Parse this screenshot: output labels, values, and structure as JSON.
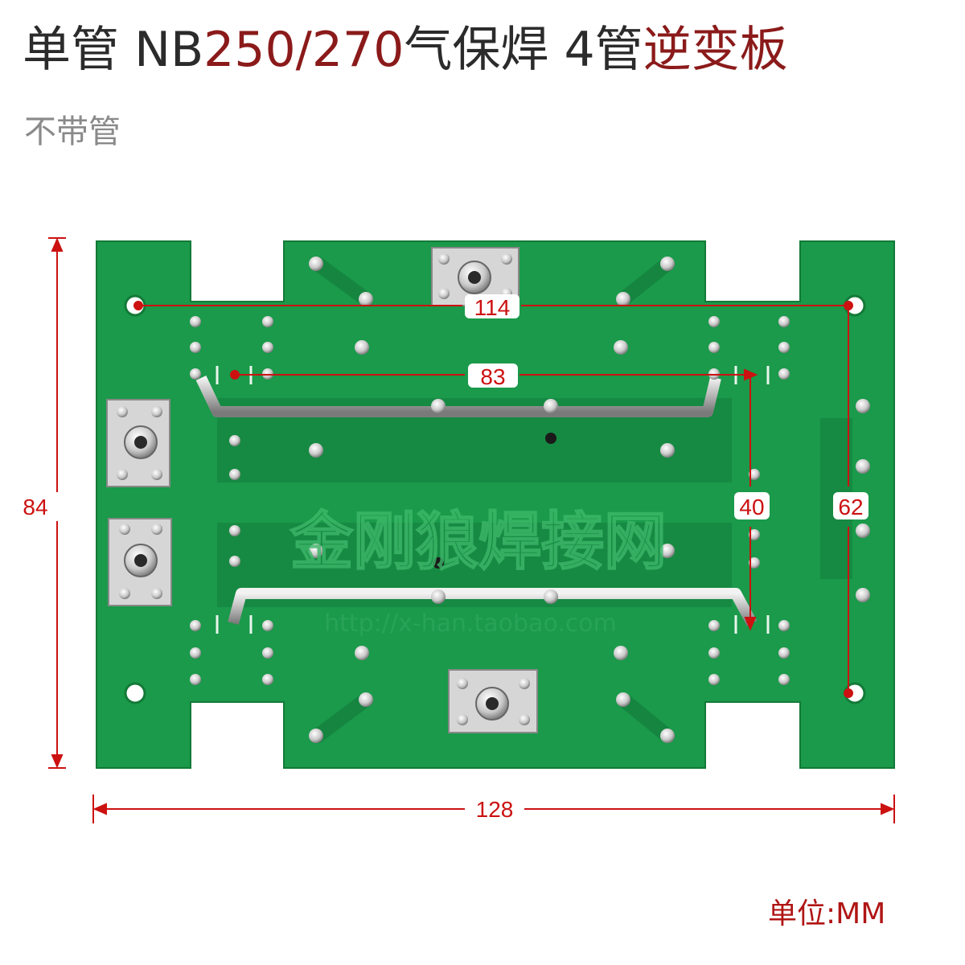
{
  "title": {
    "part1": "单管 NB",
    "part2": "250/270",
    "part3": "气保焊 4管",
    "part4": "逆变板"
  },
  "subtitle": "不带管",
  "unit_label": "单位:MM",
  "dimensions": {
    "height_total": "84",
    "width_total": "128",
    "hole_span_horizontal": "114",
    "hole_span_vertical": "62",
    "inner_span_horizontal": "83",
    "inner_span_vertical": "40"
  },
  "watermark": {
    "text": "金刚狼焊接网",
    "url": "http://x-han.taobao.com"
  },
  "colors": {
    "pcb_green": "#1a9a4a",
    "dimension_red": "#cc1111",
    "title_dark": "#2b2b2b",
    "title_accent": "#8b1a1a"
  }
}
